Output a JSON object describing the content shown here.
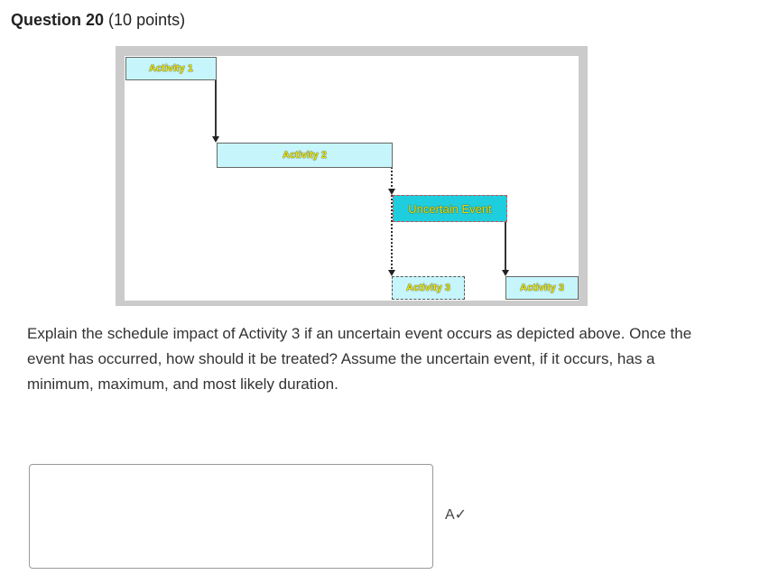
{
  "question": {
    "title": "Question 20",
    "points": "(10 points)"
  },
  "figure": {
    "activity1": "Activity 1",
    "activity2": "Activity 2",
    "uncertain_event": "Uncertain Event",
    "activity3_without_event": "Activity 3",
    "activity3_with_event": "Activity 3"
  },
  "prompt": "Explain the schedule impact of Activity 3 if an uncertain event occurs as depicted above. Once the event has occurred, how should it be treated? Assume the uncertain event, if it occurs, has a minimum, maximum, and most likely duration.",
  "answer": {
    "value": "",
    "spellcheck_icon": "spellcheck-icon"
  }
}
